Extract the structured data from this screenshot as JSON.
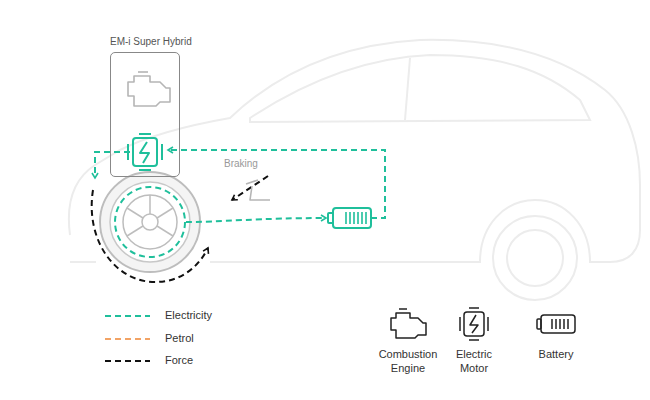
{
  "diagram": {
    "nodes": [
      {
        "text": [
          "EM-i Super Hybrid"
        ]
      }
    ],
    "labels": [
      "Braking"
    ],
    "legend": [
      {
        "text": "Electricity"
      },
      {
        "text": "Petrol"
      },
      {
        "text": "Force"
      },
      {
        "text": "Combustion Engine"
      },
      {
        "text": "Electric Motor"
      },
      {
        "text": "Battery"
      }
    ]
  }
}
